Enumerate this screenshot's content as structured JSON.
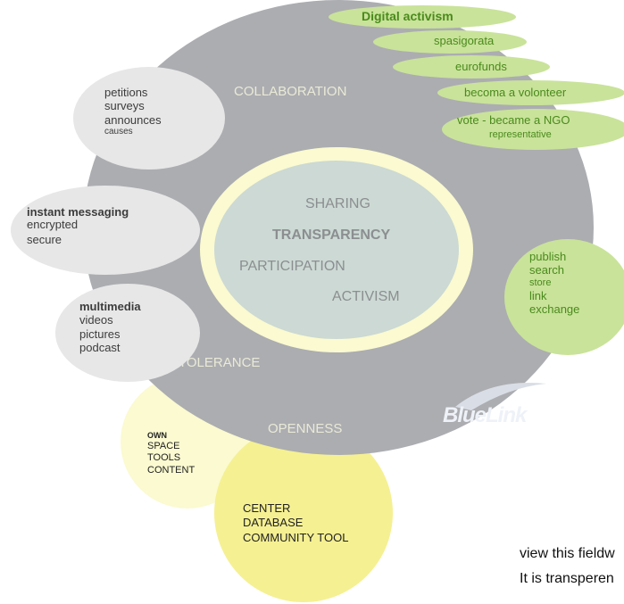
{
  "colors": {
    "ring": "#acadb1",
    "inner_ring": "#fbfad0",
    "core": "#ccd9d4",
    "grey_bubble": "#e7e7e7",
    "green_bubble": "#c9e39a",
    "green_text": "#4a8a1c",
    "yellow_light": "#fbfad0",
    "yellow_strong": "#f5f092",
    "ring_label": "#e9ead6",
    "core_label": "#8c8e90"
  },
  "ring_labels": {
    "collaboration": "COLLABORATION",
    "tolerance": "TOLERANCE",
    "openness": "OPENNESS"
  },
  "core_values": {
    "sharing": "SHARING",
    "transparency": "TRANSPARENCY",
    "participation": "PARTICIPATION",
    "activism": "ACTIVISM"
  },
  "green_pills": {
    "digital_activism": "Digital activism",
    "spasigorata": "spasigorata",
    "eurofunds": "eurofunds",
    "volunteer": "becoma a volonteer",
    "ngo_line1": "vote - became a NGO",
    "ngo_line2": "representative"
  },
  "grey_bubbles": {
    "petitions": [
      "petitions",
      "surveys",
      "announces",
      "causes"
    ],
    "messaging": [
      "instant messaging",
      "encrypted",
      "secure"
    ],
    "multimedia": [
      "multimedia",
      "videos",
      "pictures",
      "podcast"
    ]
  },
  "green_bubble": [
    "publish",
    "search",
    "store",
    "link",
    "exchange"
  ],
  "own_space": [
    "OWN",
    "SPACE",
    "TOOLS",
    "CONTENT"
  ],
  "center": [
    "CENTER",
    "DATABASE",
    "COMMUNITY TOOL"
  ],
  "logo": "BlueLink",
  "footer": {
    "line1": "view this fieldw",
    "line2": "It is transperen"
  }
}
